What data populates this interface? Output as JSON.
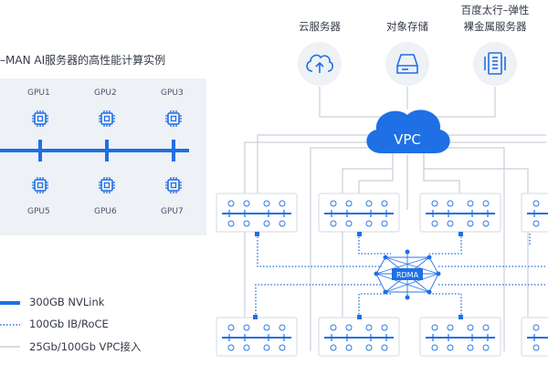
{
  "colors": {
    "accent": "#1f6fe5",
    "line": "#c9d0db",
    "panel_bg": "#eef1f6",
    "node_fill": "#ffffff",
    "node_border": "#d6dbe3"
  },
  "instance_panel": {
    "title": "–MAN AI服务器的高性能计算实例",
    "gpus": [
      {
        "label": "GPU1",
        "icon": "chip-icon"
      },
      {
        "label": "GPU2",
        "icon": "chip-icon"
      },
      {
        "label": "GPU3",
        "icon": "chip-icon"
      },
      {
        "label": "GPU5",
        "icon": "chip-icon"
      },
      {
        "label": "GPU6",
        "icon": "chip-icon"
      },
      {
        "label": "GPU7",
        "icon": "chip-icon"
      }
    ]
  },
  "services": [
    {
      "label": "云服务器",
      "icon": "cloud-upload-icon"
    },
    {
      "label": "对象存储",
      "icon": "storage-drive-icon"
    },
    {
      "label": "百度太行–弹性",
      "label2": "裸金属服务器",
      "icon": "bare-metal-server-icon"
    }
  ],
  "vpc_label": "VPC",
  "rdma_label": "RDMA",
  "legend": [
    {
      "label": "300GB NVLink",
      "style": "solid-thick"
    },
    {
      "label": "100Gb IB/RoCE",
      "style": "dotted"
    },
    {
      "label": "25Gb/100Gb VPC接入",
      "style": "solid-thin"
    }
  ]
}
